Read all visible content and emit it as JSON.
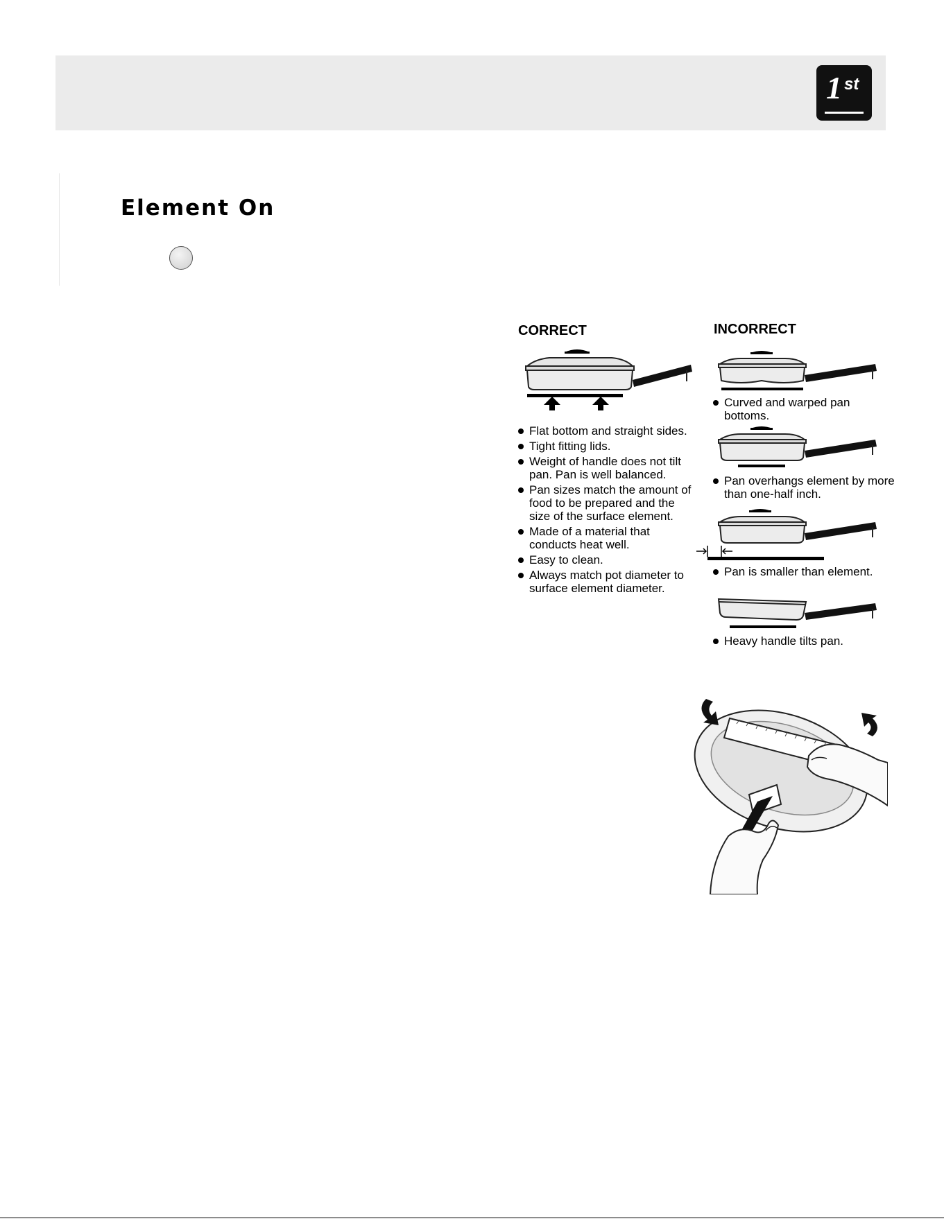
{
  "header": {
    "badge_number": "1",
    "badge_suffix": "st"
  },
  "section": {
    "title": "Element On"
  },
  "cookware": {
    "correct_heading": "CORRECT",
    "incorrect_heading": "INCORRECT",
    "correct_points": [
      "Flat bottom and straight sides.",
      "Tight fitting lids.",
      "Weight of handle does not tilt pan.  Pan is well balanced.",
      "Pan sizes match the amount of food to be prepared and the size of the surface element.",
      "Made of a material that conducts heat well.",
      "Easy to clean.",
      "Always match pot diameter to surface element diameter."
    ],
    "incorrect_points": [
      "Curved and warped pan bottoms.",
      "Pan overhangs element by more than one-half inch.",
      "Pan is smaller than element.",
      "Heavy handle tilts pan."
    ]
  }
}
